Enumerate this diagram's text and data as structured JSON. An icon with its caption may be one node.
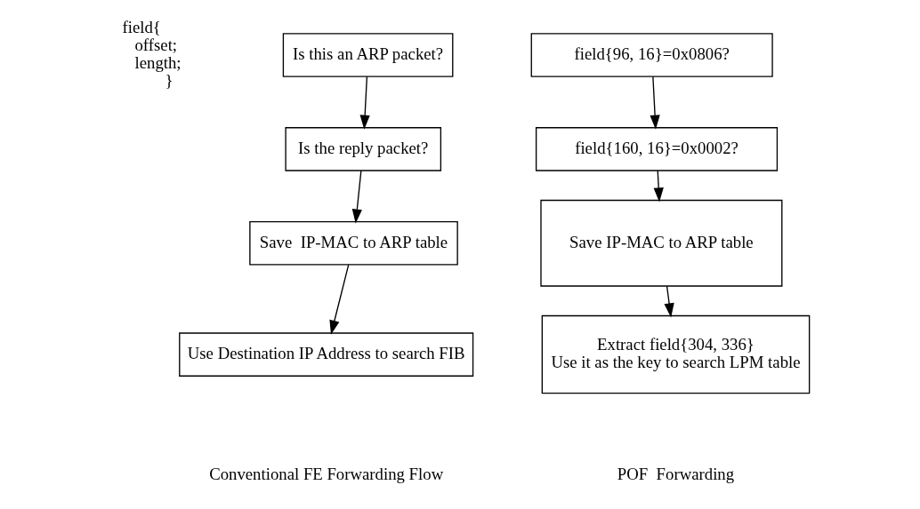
{
  "diagram": {
    "nodes": [
      {
        "text": [
          "Is this an ARP packet?"
        ]
      },
      {
        "text": [
          "Is the reply packet?"
        ]
      },
      {
        "text": [
          "Save  IP-MAC to ARP table"
        ]
      },
      {
        "text": [
          "Use Destination IP Address to search FIB"
        ]
      },
      {
        "text": [
          "field{96, 16}=0x0806?"
        ]
      },
      {
        "text": [
          "field{160, 16}=0x0002?"
        ]
      },
      {
        "text": [
          "Save IP-MAC to ARP table"
        ]
      },
      {
        "text": [
          "Extract field{304, 336}",
          "Use it as the key to search LPM table"
        ]
      }
    ],
    "edges": [
      {
        "from": 0,
        "to": 1,
        "arrow": "to"
      },
      {
        "from": 1,
        "to": 2,
        "arrow": "to"
      },
      {
        "from": 2,
        "to": 3,
        "arrow": "to"
      },
      {
        "from": 4,
        "to": 5,
        "arrow": "to"
      },
      {
        "from": 5,
        "to": 6,
        "arrow": "to"
      },
      {
        "from": 6,
        "to": 7,
        "arrow": "to"
      }
    ],
    "labels": [
      "field{ offset; length; }",
      "Conventional FE Forwarding Flow",
      "POF  Forwarding"
    ]
  }
}
